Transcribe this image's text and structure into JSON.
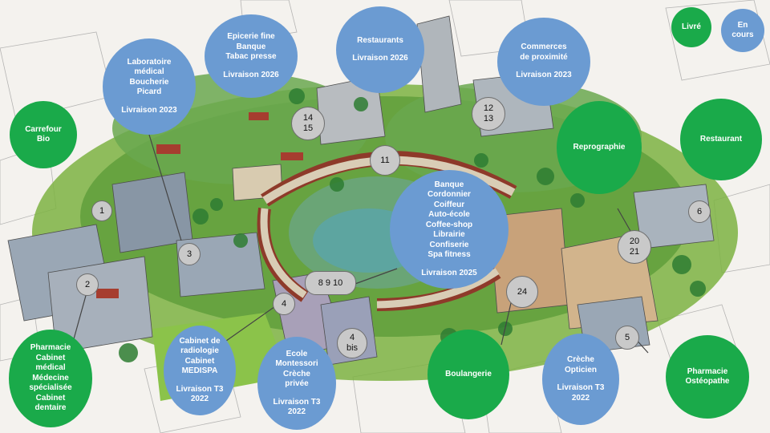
{
  "legend": {
    "delivered": "Livré",
    "in_progress_line1": "En",
    "in_progress_line2": "cours",
    "colors": {
      "delivered": "#1aaa4a",
      "in_progress": "#6b9bd2"
    }
  },
  "bubbles": {
    "carrefour": [
      "Carrefour",
      "Bio"
    ],
    "labo": [
      "Laboratoire",
      "médical",
      "Boucherie",
      "Picard",
      "",
      "Livraison 2023"
    ],
    "epicerie": [
      "Epicerie fine",
      "Banque",
      "Tabac presse",
      "",
      "Livraison 2026"
    ],
    "restaurants": [
      "Restaurants",
      "",
      "Livraison 2026"
    ],
    "commerces": [
      "Commerces",
      "de proximité",
      "",
      "Livraison 2023"
    ],
    "restaurant": [
      "Restaurant"
    ],
    "reprographie": [
      "Reprographie"
    ],
    "banque": [
      "Banque",
      "Cordonnier",
      "Coiffeur",
      "Auto-école",
      "Coffee-shop",
      "Librairie",
      "Confiserie",
      "Spa fitness",
      "",
      "Livraison 2025"
    ],
    "pharmacie_left": [
      "Pharmacie",
      "Cabinet",
      "médical",
      "Médecine",
      "spécialisée",
      "Cabinet",
      "dentaire"
    ],
    "radiologie": [
      "Cabinet de",
      "radiologie",
      "Cabinet",
      "MEDISPA",
      "",
      "Livraison T3",
      "2022"
    ],
    "montessori": [
      "Ecole",
      "Montessori",
      "Crèche",
      "privée",
      "",
      "Livraison T3",
      "2022"
    ],
    "boulangerie": [
      "Boulangerie"
    ],
    "creche": [
      "Crèche",
      "Opticien",
      "",
      "Livraison T3",
      "2022"
    ],
    "pharmacie_right": [
      "Pharmacie",
      "Ostéopathe"
    ]
  },
  "markers": {
    "m1": [
      "1"
    ],
    "m2": [
      "2"
    ],
    "m3": [
      "3"
    ],
    "m4": [
      "4"
    ],
    "m4bis": [
      "4",
      "bis"
    ],
    "m5": [
      "5"
    ],
    "m6": [
      "6"
    ],
    "m8910": [
      "8 9 10"
    ],
    "m11": [
      "11"
    ],
    "m1213": [
      "12",
      "13"
    ],
    "m1415": [
      "14",
      "15"
    ],
    "m2021": [
      "20",
      "21"
    ],
    "m24": [
      "24"
    ]
  }
}
